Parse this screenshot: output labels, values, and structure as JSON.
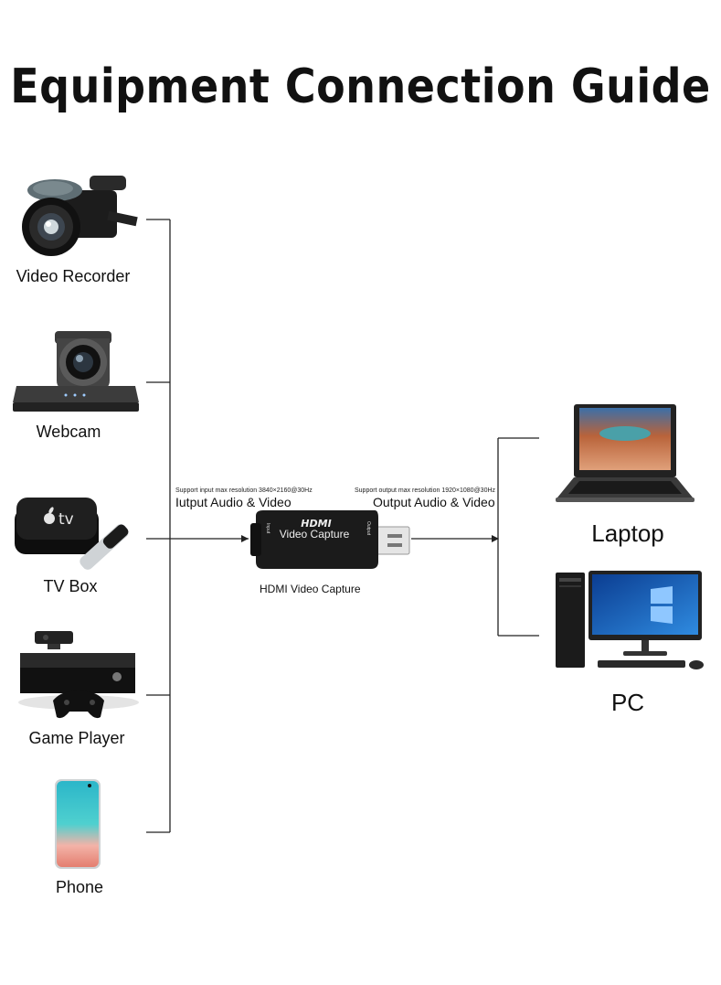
{
  "title": "Equipment Connection Guide",
  "sources": {
    "video_recorder": "Video Recorder",
    "webcam": "Webcam",
    "tv_box": "TV Box",
    "tv_logo": "tv",
    "game_player": "Game Player",
    "phone": "Phone"
  },
  "capture": {
    "input_spec": "Support input max resolution 3840×2160@30Hz",
    "input_label": "Iutput Audio & Video",
    "output_spec": "Support output max resolution 1920×1080@30Hz",
    "output_label": "Output Audio & Video",
    "device_brand": "HDMI",
    "device_text": "Video Capture",
    "side_in": "Input",
    "side_out": "Output",
    "caption": "HDMI Video Capture"
  },
  "targets": {
    "laptop": "Laptop",
    "pc": "PC"
  },
  "colors": {
    "line": "#222222",
    "device_body": "#1b1b1b"
  }
}
